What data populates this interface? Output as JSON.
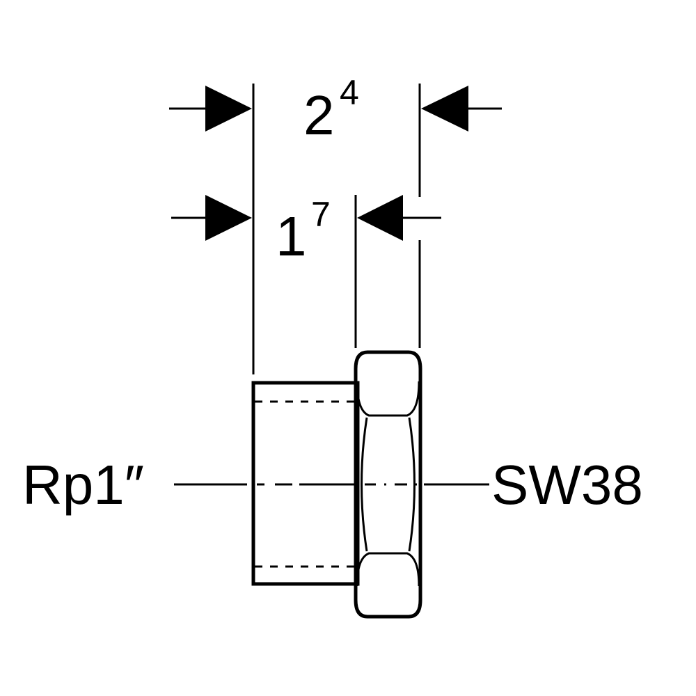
{
  "colors": {
    "line": "#000000",
    "background": "#ffffff"
  },
  "dimensions": {
    "overall": {
      "base": "2",
      "sup": "4"
    },
    "body": {
      "base": "1",
      "sup": "7"
    }
  },
  "labels": {
    "thread": "Rp1″",
    "wrench_size": "SW38"
  }
}
